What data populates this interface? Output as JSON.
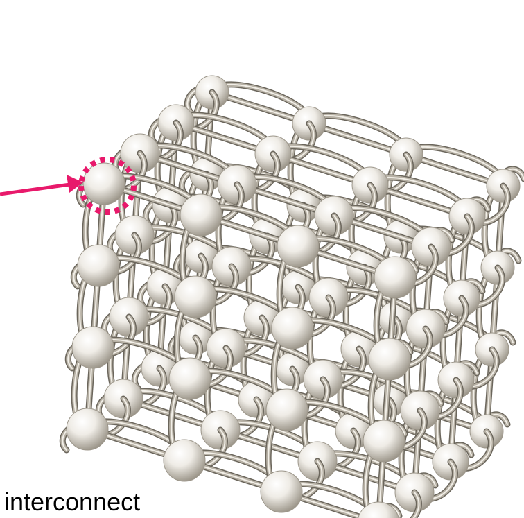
{
  "diagram": {
    "caption": "interconnect",
    "lattice": {
      "layers": 4,
      "rows": 4,
      "columns": 4
    },
    "colors": {
      "background": "#ffffff",
      "wire": "#b8b2a6",
      "wire_highlight": "#f2efe8",
      "wire_shadow": "#6b665c",
      "node": "#efece6",
      "node_shade": "#9c968a",
      "highlight": "#e8196b",
      "caption": "#000000"
    },
    "icons": {
      "pointer": "arrow-right-icon",
      "marker": "dotted-circle-icon"
    }
  }
}
